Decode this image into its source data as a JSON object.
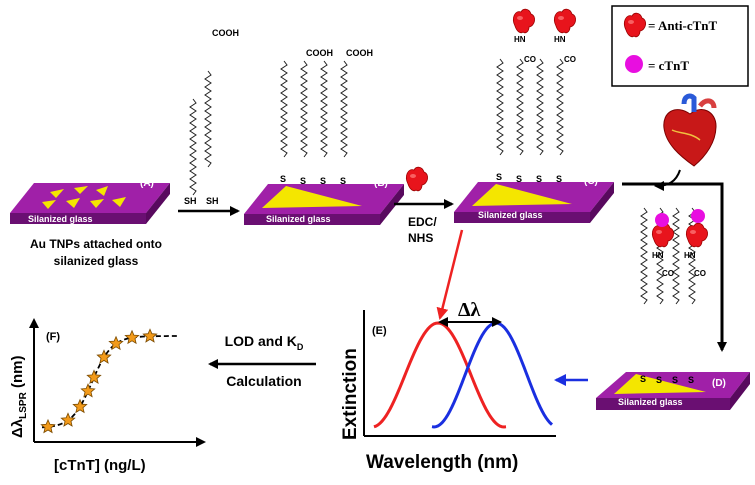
{
  "panels": {
    "a": {
      "tag": "(A)",
      "glass": "Silanized glass",
      "caption_line1": "Au TNPs attached onto",
      "caption_line2": "silanized glass"
    },
    "b": {
      "tag": "(B)",
      "glass": "Silanized glass"
    },
    "c": {
      "tag": "(C)",
      "glass": "Silanized glass"
    },
    "d": {
      "tag": "(D)",
      "glass": "Silanized glass"
    },
    "e": {
      "tag": "(E)",
      "xlabel": "Wavelength (nm)",
      "ylabel": "Extinction",
      "shift": "Δλ"
    },
    "f": {
      "tag": "(F)",
      "xlabel": "[cTnT] (ng/L)",
      "ylabel_main": "Δλ",
      "ylabel_sub": "LSPR",
      "ylabel_unit": " (nm)"
    }
  },
  "molecules": {
    "cooh": "COOH",
    "thiol": "SH",
    "sulfur": "S",
    "amide_hn": "HN",
    "amide_co": "CO"
  },
  "reagents": {
    "line1": "EDC/",
    "line2": "NHS"
  },
  "legend": {
    "antibody": "= Anti-cTnT",
    "antigen": "= cTnT"
  },
  "calc": {
    "line1": "LOD and K",
    "line1_sub": "D",
    "line2": "Calculation"
  },
  "colors": {
    "substrate_top": "#a020a8",
    "substrate_side": "#6a0f72",
    "gold": "#f4e600",
    "antibody": "#e8141c",
    "antigen": "#e80ee0",
    "red_curve": "#ee2222",
    "blue_curve": "#1a2fe0",
    "dot_marker": "#f29a1a",
    "arrow": "#000000"
  },
  "chart_data": {
    "type": "line",
    "xlabel": "Wavelength (nm)",
    "ylabel": "Extinction",
    "series": [
      {
        "color": "red",
        "shape": "extinction peak before binding"
      },
      {
        "color": "blue",
        "shape": "extinction peak after binding (red-shifted by Δλ)"
      }
    ]
  }
}
